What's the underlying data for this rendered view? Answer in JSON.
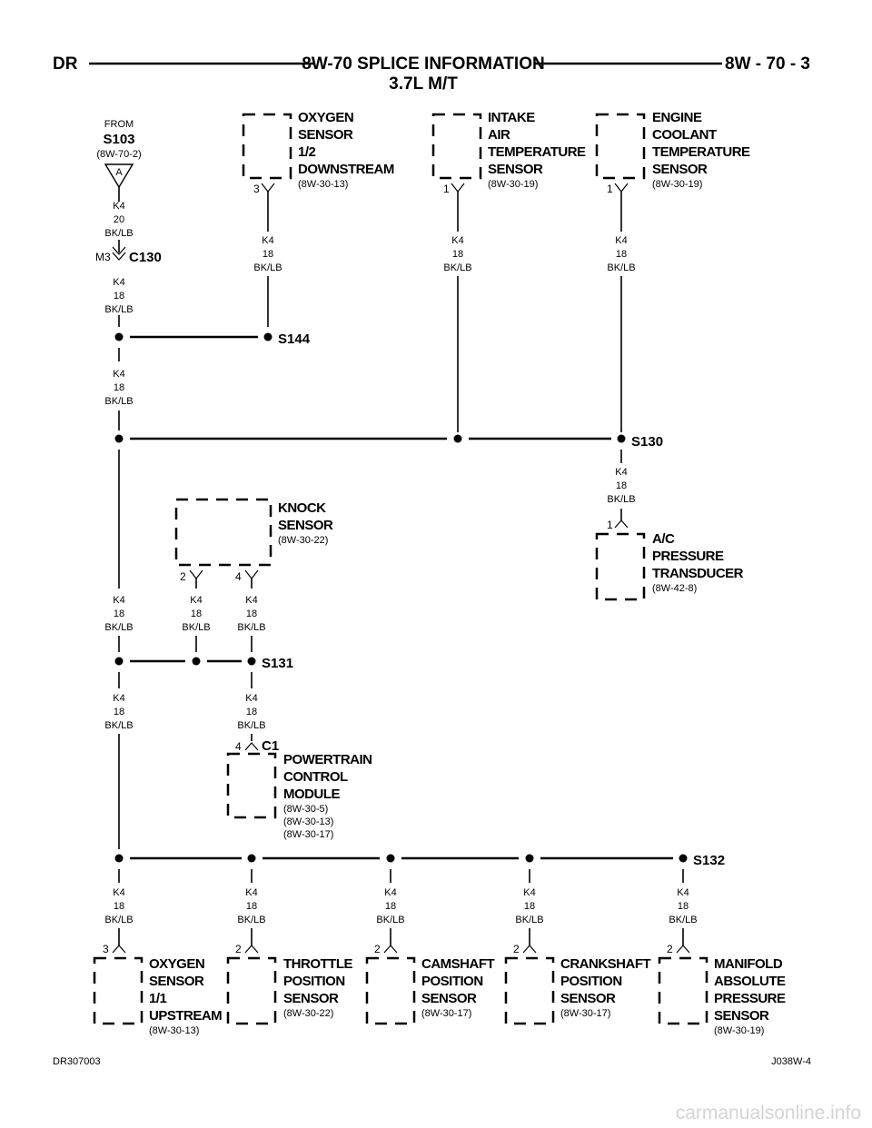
{
  "header": {
    "left": "DR",
    "title": "8W-70 SPLICE INFORMATION",
    "subtitle": "3.7L M/T",
    "page": "8W - 70 - 3"
  },
  "source": {
    "from_label": "FROM",
    "splice": "S103",
    "ref": "(8W-70-2)",
    "connector_letter": "A"
  },
  "connector_c130": {
    "name": "C130",
    "cavity": "M3"
  },
  "connector_c1": {
    "name": "C1",
    "cavity": "4"
  },
  "wire": {
    "circuit": "K4",
    "gauge_main": "18",
    "gauge_source": "20",
    "color": "BK/LB"
  },
  "splices": {
    "s144": "S144",
    "s130": "S130",
    "s131": "S131",
    "s132": "S132"
  },
  "components": {
    "o2_downstream": {
      "lines": [
        "OXYGEN",
        "SENSOR",
        "1/2",
        "DOWNSTREAM"
      ],
      "ref": "(8W-30-13)",
      "pin": "3"
    },
    "iat": {
      "lines": [
        "INTAKE",
        "AIR",
        "TEMPERATURE",
        "SENSOR"
      ],
      "ref": "(8W-30-19)",
      "pin": "1"
    },
    "ect": {
      "lines": [
        "ENGINE",
        "COOLANT",
        "TEMPERATURE",
        "SENSOR"
      ],
      "ref": "(8W-30-19)",
      "pin": "1"
    },
    "knock": {
      "lines": [
        "KNOCK",
        "SENSOR"
      ],
      "ref": "(8W-30-22)",
      "pin_a": "2",
      "pin_b": "4"
    },
    "ac": {
      "lines": [
        "A/C",
        "PRESSURE",
        "TRANSDUCER"
      ],
      "ref": "(8W-42-8)",
      "pin": "1"
    },
    "pcm": {
      "lines": [
        "POWERTRAIN",
        "CONTROL",
        "MODULE"
      ],
      "refs": [
        "(8W-30-5)",
        "(8W-30-13)",
        "(8W-30-17)"
      ]
    },
    "o2_upstream": {
      "lines": [
        "OXYGEN",
        "SENSOR",
        "1/1",
        "UPSTREAM"
      ],
      "ref": "(8W-30-13)",
      "pin": "3"
    },
    "tps": {
      "lines": [
        "THROTTLE",
        "POSITION",
        "SENSOR"
      ],
      "ref": "(8W-30-22)",
      "pin": "2"
    },
    "cmp": {
      "lines": [
        "CAMSHAFT",
        "POSITION",
        "SENSOR"
      ],
      "ref": "(8W-30-17)",
      "pin": "2"
    },
    "ckp": {
      "lines": [
        "CRANKSHAFT",
        "POSITION",
        "SENSOR"
      ],
      "ref": "(8W-30-17)",
      "pin": "2"
    },
    "map": {
      "lines": [
        "MANIFOLD",
        "ABSOLUTE",
        "PRESSURE",
        "SENSOR"
      ],
      "ref": "(8W-30-19)",
      "pin": "2"
    }
  },
  "footer": {
    "left": "DR307003",
    "right": "J038W-4"
  },
  "watermark": "carmanualsonline.info"
}
